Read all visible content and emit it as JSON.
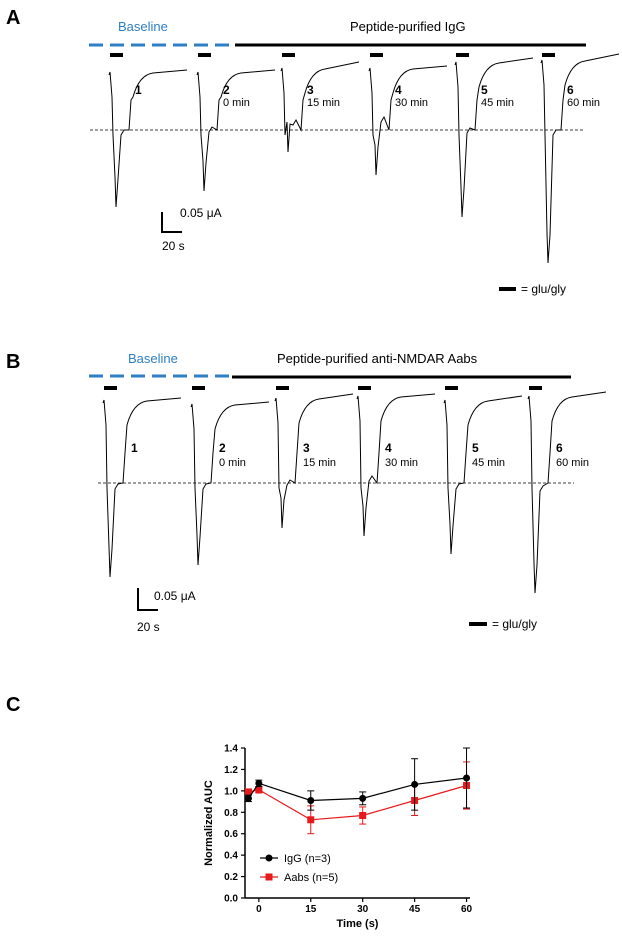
{
  "panel_a": {
    "letter": "A",
    "baseline_label": "Baseline",
    "treatment_label": "Peptide-purified IgG",
    "traces": [
      {
        "num": "1",
        "time": ""
      },
      {
        "num": "2",
        "time": "0 min"
      },
      {
        "num": "3",
        "time": "15 min"
      },
      {
        "num": "4",
        "time": "30 min"
      },
      {
        "num": "5",
        "time": "45 min"
      },
      {
        "num": "6",
        "time": "60 min"
      }
    ],
    "scale_current": "0.05 μA",
    "scale_time": "20 s",
    "legend": "= glu/gly"
  },
  "panel_b": {
    "letter": "B",
    "baseline_label": "Baseline",
    "treatment_label": "Peptide-purified anti-NMDAR Aabs",
    "traces": [
      {
        "num": "1",
        "time": ""
      },
      {
        "num": "2",
        "time": "0 min"
      },
      {
        "num": "3",
        "time": "15 min"
      },
      {
        "num": "4",
        "time": "30 min"
      },
      {
        "num": "5",
        "time": "45 min"
      },
      {
        "num": "6",
        "time": "60 min"
      }
    ],
    "scale_current": "0.05 μA",
    "scale_time": "20 s",
    "legend": "= glu/gly"
  },
  "panel_c": {
    "letter": "C",
    "chart_data": {
      "type": "line",
      "xlabel": "Time (s)",
      "ylabel": "Normalized AUC",
      "x_ticks": [
        "0",
        "15",
        "30",
        "45",
        "60"
      ],
      "y_ticks": [
        "0.0",
        "0.2",
        "0.4",
        "0.6",
        "0.8",
        "1.0",
        "1.2",
        "1.4"
      ],
      "xlim": [
        -4,
        61
      ],
      "ylim": [
        0,
        1.4
      ],
      "legend_position": "bottom-left",
      "series": [
        {
          "name": "IgG (n=3)",
          "color": "#000000",
          "marker": "circle",
          "x": [
            -3,
            0,
            15,
            30,
            45,
            60
          ],
          "y": [
            0.93,
            1.07,
            0.91,
            0.93,
            1.06,
            1.12
          ],
          "err": [
            0.03,
            0.03,
            0.09,
            0.06,
            0.24,
            0.28
          ]
        },
        {
          "name": "Aabs (n=5)",
          "color": "#e8191b",
          "marker": "square",
          "x": [
            -3,
            0,
            15,
            30,
            45,
            60
          ],
          "y": [
            0.99,
            1.01,
            0.73,
            0.77,
            0.91,
            1.05
          ],
          "err": [
            0.02,
            0.03,
            0.13,
            0.08,
            0.14,
            0.22
          ]
        }
      ]
    }
  }
}
